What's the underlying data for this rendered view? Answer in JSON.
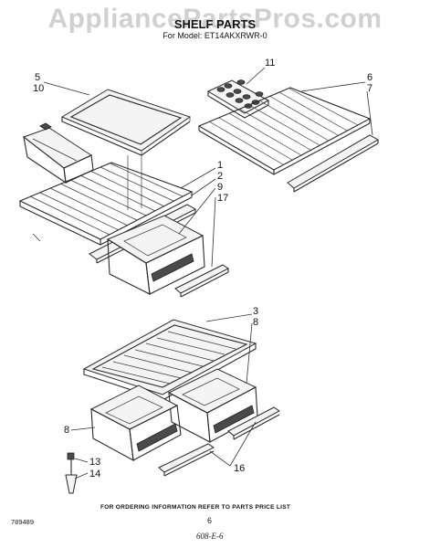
{
  "watermark": "AppliancePartsPros.com",
  "title": "SHELF PARTS",
  "model_line": "For Model: ET14AKXRWR-0",
  "callouts": {
    "c5": "5",
    "c10": "10",
    "c11": "11",
    "c6": "6",
    "c7": "7",
    "c1": "1",
    "c2": "2",
    "c9": "9",
    "c17": "17",
    "c3": "3",
    "c8a": "8",
    "c8b": "8",
    "c13": "13",
    "c14": "14",
    "c16": "16"
  },
  "footer": {
    "ordering_note": "FOR ORDERING INFORMATION REFER TO PARTS PRICE LIST",
    "page_number": "6",
    "doc_number": "789489",
    "handwritten_code": "608-E-6"
  }
}
